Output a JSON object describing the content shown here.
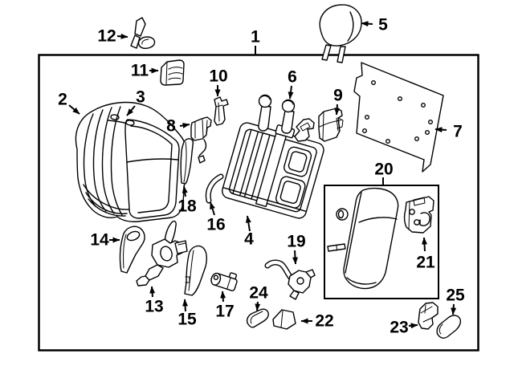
{
  "colors": {
    "background": "#ffffff",
    "line": "#000000"
  },
  "callouts": [
    {
      "label": "1"
    },
    {
      "label": "2"
    },
    {
      "label": "3"
    },
    {
      "label": "4"
    },
    {
      "label": "5"
    },
    {
      "label": "6"
    },
    {
      "label": "7"
    },
    {
      "label": "8"
    },
    {
      "label": "9"
    },
    {
      "label": "10"
    },
    {
      "label": "11"
    },
    {
      "label": "12"
    },
    {
      "label": "13"
    },
    {
      "label": "14"
    },
    {
      "label": "15"
    },
    {
      "label": "16"
    },
    {
      "label": "17"
    },
    {
      "label": "18"
    },
    {
      "label": "19"
    },
    {
      "label": "20"
    },
    {
      "label": "21"
    },
    {
      "label": "22"
    },
    {
      "label": "23"
    },
    {
      "label": "24"
    },
    {
      "label": "25"
    }
  ]
}
